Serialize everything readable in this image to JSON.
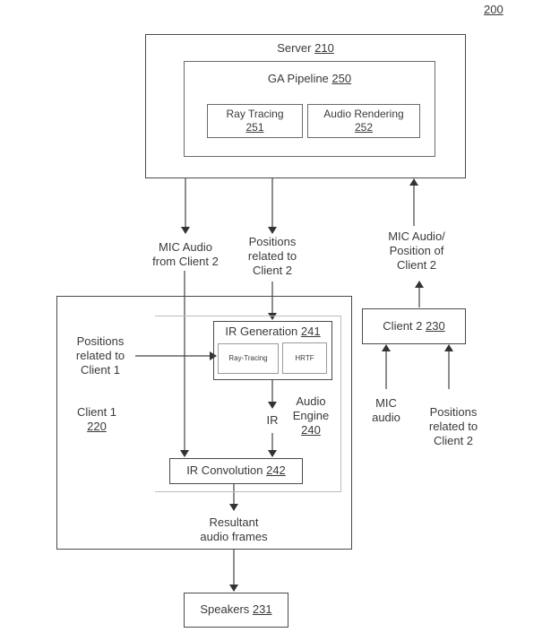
{
  "figure": {
    "ref": "200"
  },
  "server": {
    "name": "Server",
    "ref": "210"
  },
  "ga_pipeline": {
    "name": "GA Pipeline",
    "ref": "250",
    "modules": [
      {
        "name": "Ray Tracing",
        "ref": "251"
      },
      {
        "name": "Audio Rendering",
        "ref": "252"
      }
    ]
  },
  "client1": {
    "name": "Client 1",
    "ref": "220"
  },
  "audio_engine": {
    "line1": "Audio",
    "line2": "Engine",
    "ref": "240"
  },
  "ir_generation": {
    "name": "IR Generation",
    "ref": "241",
    "submodules": [
      "Ray-Tracing",
      "HRTF"
    ]
  },
  "ir_convolution": {
    "name": "IR Convolution",
    "ref": "242"
  },
  "client2": {
    "name": "Client 2",
    "ref": "230"
  },
  "speakers": {
    "name": "Speakers",
    "ref": "231"
  },
  "flow_labels": {
    "mic_audio_from_client2": [
      "MIC Audio",
      "from Client 2"
    ],
    "positions_client2_to_client1": [
      "Positions",
      "related to",
      "Client 2"
    ],
    "mic_audio_position_client2": [
      "MIC Audio/",
      "Position of",
      "Client 2"
    ],
    "positions_client1": [
      "Positions",
      "related to",
      "Client 1"
    ],
    "ir": "IR",
    "resultant_audio": [
      "Resultant",
      "audio frames"
    ],
    "mic_audio_input": [
      "MIC",
      "audio"
    ],
    "positions_client2_input": [
      "Positions",
      "related to",
      "Client 2"
    ]
  }
}
